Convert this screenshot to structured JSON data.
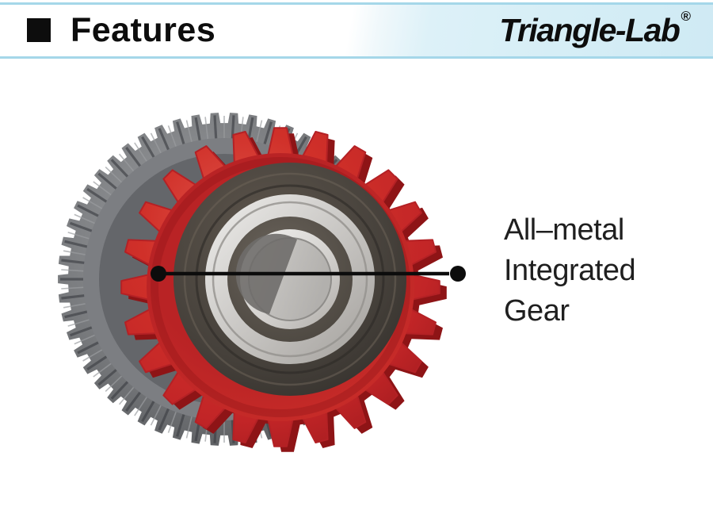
{
  "header": {
    "bullet": "■",
    "title": "Features",
    "brand": "Triangle-Lab",
    "registered_mark": "®"
  },
  "annotation": {
    "lines": [
      "All–metal",
      "Integrated",
      "Gear"
    ]
  },
  "illustration": {
    "alt": "Red all-metal integrated gear with steel worm wheel and central ball bearing, callout pointing to gear face",
    "colors": {
      "gear_red_light": "#e0564c",
      "gear_red": "#cd2b28",
      "gear_red_deep": "#a81c1e",
      "gear_red_dark": "#8e1416",
      "steel_base": "#6e7073",
      "steel_light": "#9b9da0",
      "steel_dark": "#3e4045",
      "steel_face": "#7c7e82",
      "steel_inner": "#64666a",
      "bearing_dark_hi": "#5e564d",
      "bearing_dark": "#46413b",
      "bearing_dark_lo": "#332f2b",
      "silver_hi": "#efeeec",
      "silver": "#c9c7c4",
      "silver_lo": "#a29f9b",
      "silver_bright_hi": "#f5f4f2",
      "silver_bright_lo": "#b0ada9",
      "mid_ring_hi": "#6b645c",
      "mid_ring_lo": "#4b463f",
      "bore_hi": "#d0cecb",
      "bore_lo": "#b2b0ad",
      "bore_shadow": "#6f6d6a",
      "callout": "#0c0c0c"
    }
  },
  "theme": {
    "header_rule": "#a5d7e9",
    "header_panel": "#d6eef6",
    "heading_text": "#0d0d0d",
    "annotation_text": "#1f1f1f"
  }
}
